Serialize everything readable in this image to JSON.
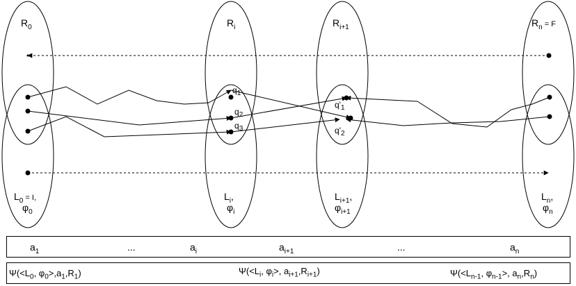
{
  "regions": {
    "r0": {
      "base": "R",
      "sub": "0",
      "suffix": ""
    },
    "ri": {
      "base": "R",
      "sub": "i",
      "suffix": ""
    },
    "ri1": {
      "base": "R",
      "sub": "i+1",
      "suffix": ""
    },
    "rn": {
      "base": "R",
      "sub": "n",
      "suffix": " = F"
    },
    "l0": {
      "base": "L",
      "sub": "0",
      "suffix": " = I,",
      "phi": "φ",
      "phi_sub": "0"
    },
    "li": {
      "base": "L",
      "sub": "i",
      "suffix": ",",
      "phi": "φ",
      "phi_sub": "i"
    },
    "li1": {
      "base": "L",
      "sub": "i+1",
      "suffix": ",",
      "phi": "φ",
      "phi_sub": "i+1"
    },
    "ln": {
      "base": "L",
      "sub": "n",
      "suffix": ",",
      "phi": "φ",
      "phi_sub": "n"
    }
  },
  "points": {
    "q1": {
      "base": "q",
      "sub": "1"
    },
    "q2": {
      "base": "q",
      "sub": "2"
    },
    "q3": {
      "base": "q",
      "sub": "3"
    },
    "qp1": {
      "base": "q'",
      "sub": "1"
    },
    "qp2": {
      "base": "q'",
      "sub": "2"
    }
  },
  "letters": {
    "a1": {
      "base": "a",
      "sub": "1"
    },
    "dots1": "...",
    "ai": {
      "base": "a",
      "sub": "i"
    },
    "ai1": {
      "base": "a",
      "sub": "i+1"
    },
    "dots2": "...",
    "an": {
      "base": "a",
      "sub": "n"
    }
  },
  "psi": {
    "first": {
      "pre": "Ψ(<L",
      "s1": "0",
      "mid1": ", φ",
      "s2": "0",
      "mid2": ">,a",
      "s3": "1",
      "mid3": ",R",
      "s4": "1",
      "post": ")"
    },
    "middle": {
      "pre": "Ψ(<L",
      "s1": "i",
      "mid1": ", φ",
      "s2": "i",
      "mid2": ">, a",
      "s3": "i+1",
      "mid3": ",R",
      "s4": "i+1",
      "post": ")"
    },
    "last": {
      "pre": "Ψ(<L",
      "s1": "n-1",
      "mid1": ", φ",
      "s2": "n-1",
      "mid2": ">, a",
      "s3": "n",
      "mid3": ",R",
      "s4": "n",
      "post": ")"
    }
  }
}
